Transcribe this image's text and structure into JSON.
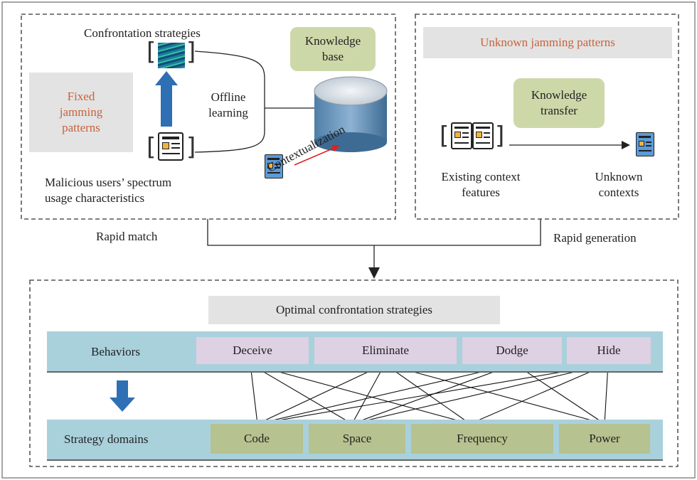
{
  "top_left": {
    "fixed_patterns": [
      "Fixed",
      "jamming",
      "patterns"
    ],
    "confrontation_strategies": "Confrontation strategies",
    "offline_learning": [
      "Offline",
      "learning"
    ],
    "malicious_users": [
      "Malicious users’ spectrum",
      "usage characteristics"
    ],
    "knowledge_base": [
      "Knowledge",
      "base"
    ],
    "contextualization": "Contextualization"
  },
  "top_right": {
    "unknown_patterns": "Unknown jamming patterns",
    "knowledge_transfer": [
      "Knowledge",
      "transfer"
    ],
    "existing_context": [
      "Existing context",
      "features"
    ],
    "unknown_contexts": [
      "Unknown",
      "contexts"
    ]
  },
  "connectors": {
    "rapid_match": "Rapid match",
    "rapid_generation": "Rapid generation"
  },
  "bottom": {
    "optimal_strategies": "Optimal confrontation strategies",
    "behaviors_label": "Behaviors",
    "behaviors": [
      "Deceive",
      "Eliminate",
      "Dodge",
      "Hide"
    ],
    "domains_label": "Strategy domains",
    "domains": [
      "Code",
      "Space",
      "Frequency",
      "Power"
    ]
  },
  "colors": {
    "highlight_text": "#c8623c",
    "band": "#a9d1dc",
    "behavior_cell": "#ddd1e3",
    "domain_cell": "#b6c28f",
    "knowledge_box": "#cdd8a9",
    "arrow_blue": "#2f6fb3",
    "arrow_red": "#e02020"
  },
  "icons": [
    "spectrum-waterfall-icon",
    "document-icon",
    "database-cylinder-icon",
    "blue-document-icon",
    "down-arrow-icon"
  ]
}
